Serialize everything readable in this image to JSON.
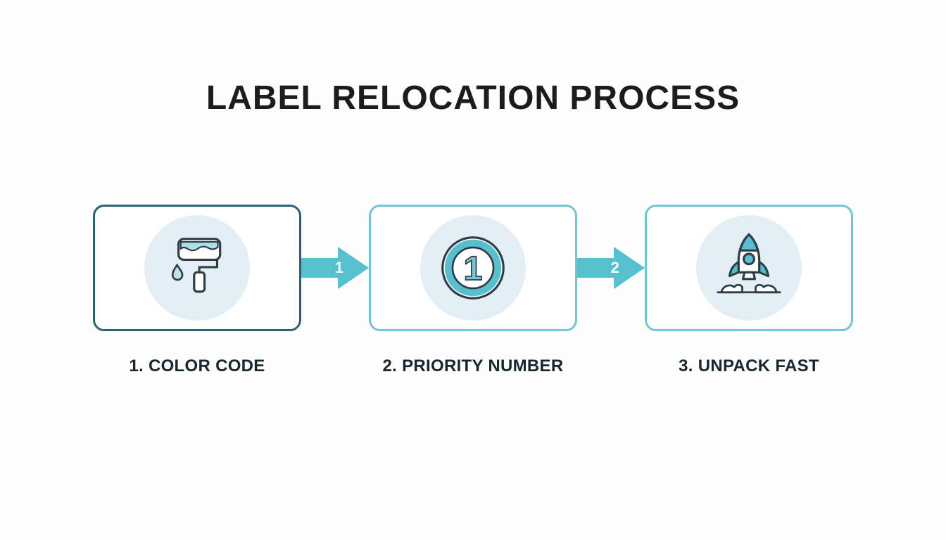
{
  "title": "LABEL RELOCATION PROCESS",
  "steps": [
    {
      "label": "1. COLOR CODE",
      "icon": "paint-roller-icon"
    },
    {
      "label": "2. PRIORITY NUMBER",
      "icon": "number-one-badge-icon",
      "badge_number": "1"
    },
    {
      "label": "3. UNPACK FAST",
      "icon": "rocket-icon"
    }
  ],
  "arrows": [
    {
      "number": "1"
    },
    {
      "number": "2"
    }
  ],
  "colors": {
    "accent_teal": "#57bfcd",
    "light_teal": "#b9e4ec",
    "box1_border": "#2c6373",
    "box23_border": "#72c5d2",
    "icon_circle_bg": "#e3eef5",
    "outline_dark": "#2e3d46",
    "text": "#1c1c1e"
  }
}
